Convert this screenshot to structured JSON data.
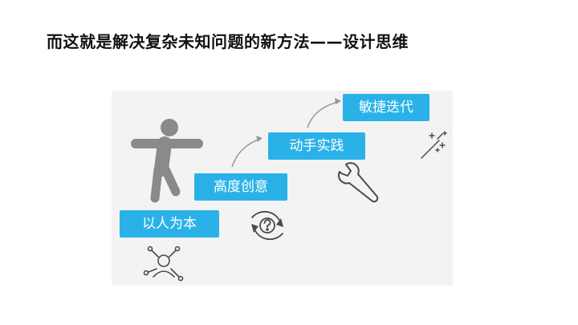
{
  "slide": {
    "title": "而这就是解决复杂未知问题的新方法——设计思维"
  },
  "steps": [
    {
      "label": "以人为本",
      "icon": "people-network-icon"
    },
    {
      "label": "高度创意",
      "icon": "refresh-question-icon"
    },
    {
      "label": "动手实践",
      "icon": "wrench-icon"
    },
    {
      "label": "敏捷迭代",
      "icon": "magic-wand-icon"
    }
  ],
  "colors": {
    "step_fill": "#2ab2e8",
    "figure": "#8a8a8a",
    "panel_bg": "#f3f3f3",
    "icon_stroke": "#4a4a4a"
  }
}
